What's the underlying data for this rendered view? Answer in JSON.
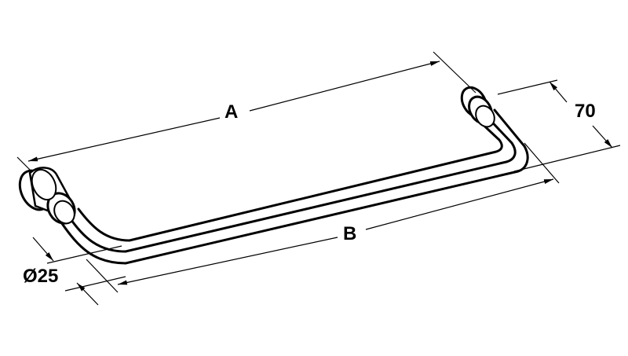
{
  "diagram": {
    "type": "technical-drawing",
    "subject": "U-shaped bar pull handle with round stand-off mounts",
    "colors": {
      "line": "#000000",
      "background": "#ffffff"
    },
    "dimensions": {
      "length_a": {
        "label": "A"
      },
      "length_b": {
        "label": "B"
      },
      "projection": {
        "label": "70"
      },
      "diameter": {
        "label": "Ø25"
      }
    }
  }
}
